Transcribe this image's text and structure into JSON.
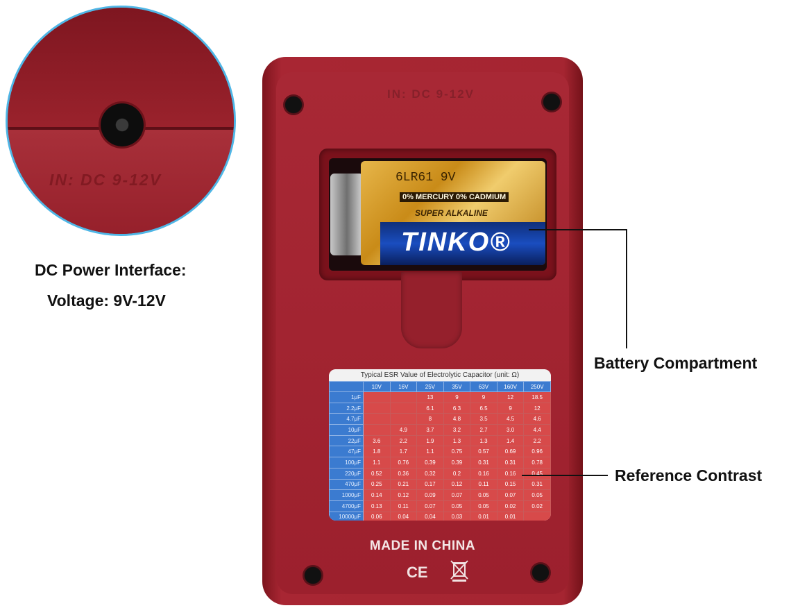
{
  "zoom": {
    "label": "IN: DC 9-12V"
  },
  "captions": {
    "dc_power": "DC Power Interface:",
    "voltage": "Voltage: 9V-12V",
    "battery": "Battery Compartment",
    "reference": "Reference Contrast"
  },
  "device": {
    "top_emboss": "IN: DC 9-12V",
    "made_in": "MADE IN CHINA",
    "ce_mark": "CE"
  },
  "battery": {
    "type": "6LR61  9V",
    "warning": "0% MERCURY 0% CADMIUM",
    "chem": "SUPER ALKALINE",
    "brand": "TINKO®"
  },
  "esr_table": {
    "title": "Typical ESR Value of Electrolytic Capacitor (unit: Ω)",
    "voltages": [
      "10V",
      "16V",
      "25V",
      "35V",
      "63V",
      "160V",
      "250V"
    ],
    "rows": [
      {
        "cap": "1μF",
        "vals": [
          "",
          "",
          "13",
          "9",
          "9",
          "12",
          "18.5"
        ]
      },
      {
        "cap": "2.2μF",
        "vals": [
          "",
          "",
          "6.1",
          "6.3",
          "6.5",
          "9",
          "12"
        ]
      },
      {
        "cap": "4.7μF",
        "vals": [
          "",
          "",
          "8",
          "4.8",
          "3.5",
          "4.5",
          "4.6"
        ]
      },
      {
        "cap": "10μF",
        "vals": [
          "",
          "4.9",
          "3.7",
          "3.2",
          "2.7",
          "3.0",
          "4.4"
        ]
      },
      {
        "cap": "22μF",
        "vals": [
          "3.6",
          "2.2",
          "1.9",
          "1.3",
          "1.3",
          "1.4",
          "2.2"
        ]
      },
      {
        "cap": "47μF",
        "vals": [
          "1.8",
          "1.7",
          "1.1",
          "0.75",
          "0.57",
          "0.69",
          "0.96"
        ]
      },
      {
        "cap": "100μF",
        "vals": [
          "1.1",
          "0.76",
          "0.39",
          "0.39",
          "0.31",
          "0.31",
          "0.78"
        ]
      },
      {
        "cap": "220μF",
        "vals": [
          "0.52",
          "0.36",
          "0.32",
          "0.2",
          "0.16",
          "0.16",
          "0.45"
        ]
      },
      {
        "cap": "470μF",
        "vals": [
          "0.25",
          "0.21",
          "0.17",
          "0.12",
          "0.11",
          "0.15",
          "0.31"
        ]
      },
      {
        "cap": "1000μF",
        "vals": [
          "0.14",
          "0.12",
          "0.09",
          "0.07",
          "0.05",
          "0.07",
          "0.05"
        ]
      },
      {
        "cap": "4700μF",
        "vals": [
          "0.13",
          "0.11",
          "0.07",
          "0.05",
          "0.05",
          "0.02",
          "0.02"
        ]
      },
      {
        "cap": "10000μF",
        "vals": [
          "0.06",
          "0.04",
          "0.04",
          "0.03",
          "0.01",
          "0.01",
          ""
        ]
      }
    ]
  },
  "colors": {
    "device_red": "#a52531",
    "zoom_ring": "#4fb6e6",
    "table_blue": "#3b7bd0",
    "table_red": "#d74a4a"
  }
}
